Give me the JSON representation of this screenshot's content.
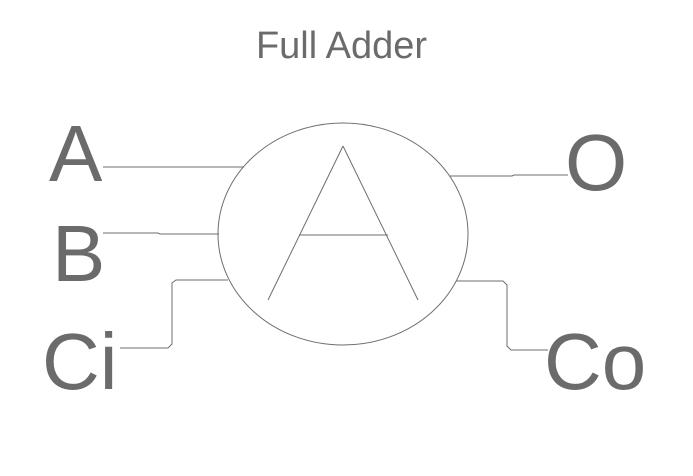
{
  "diagram": {
    "title": "Full Adder",
    "symbol_letter_glyph": "A",
    "inputs": [
      {
        "id": "a",
        "label": "A"
      },
      {
        "id": "b",
        "label": "B"
      },
      {
        "id": "ci",
        "label": "Ci"
      }
    ],
    "outputs": [
      {
        "id": "o",
        "label": "O"
      },
      {
        "id": "co",
        "label": "Co"
      }
    ]
  }
}
